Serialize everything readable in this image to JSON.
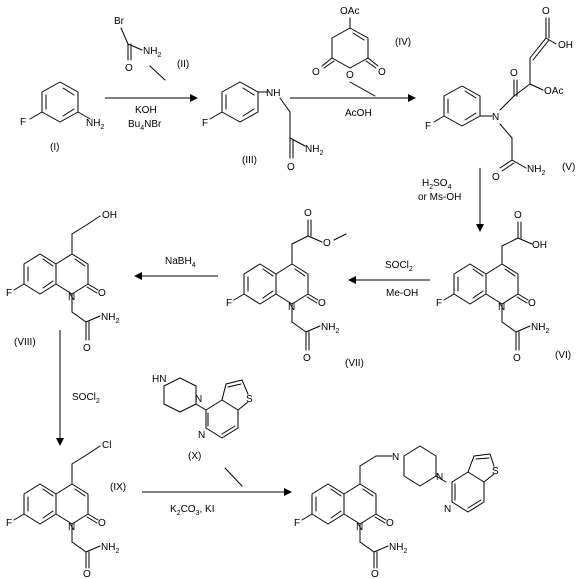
{
  "compounds": [
    {
      "id": "I",
      "label": "(I)",
      "atoms": [
        "F",
        "NH2"
      ]
    },
    {
      "id": "II",
      "label": "(II)",
      "atoms": [
        "Br",
        "NH2",
        "O"
      ]
    },
    {
      "id": "III",
      "label": "(III)",
      "atoms": [
        "F",
        "NH",
        "NH2",
        "O"
      ]
    },
    {
      "id": "IV",
      "label": "(IV)",
      "atoms": [
        "OAc",
        "O",
        "O",
        "O"
      ]
    },
    {
      "id": "V",
      "label": "(V)",
      "atoms": [
        "O",
        "OH",
        "OAc",
        "F",
        "N",
        "O",
        "NH2",
        "O"
      ]
    },
    {
      "id": "VI",
      "label": "(VI)",
      "atoms": [
        "O",
        "OH",
        "F",
        "N",
        "O",
        "NH2",
        "O"
      ]
    },
    {
      "id": "VII",
      "label": "(VII)",
      "atoms": [
        "O",
        "O",
        "F",
        "N",
        "O",
        "NH2",
        "O"
      ]
    },
    {
      "id": "VIII",
      "label": "(VIII)",
      "atoms": [
        "OH",
        "F",
        "N",
        "O",
        "NH2",
        "O"
      ]
    },
    {
      "id": "IX",
      "label": "(IX)",
      "atoms": [
        "Cl",
        "F",
        "N",
        "O",
        "NH2",
        "O"
      ]
    },
    {
      "id": "X",
      "label": "(X)",
      "atoms": [
        "HN",
        "N",
        "N",
        "S"
      ]
    },
    {
      "id": "product",
      "label": "",
      "atoms": [
        "N",
        "N",
        "S",
        "N",
        "F",
        "N",
        "O",
        "NH2",
        "O"
      ]
    }
  ],
  "conditions": {
    "step1": [
      "KOH",
      "Bu4NBr"
    ],
    "step2": [
      "AcOH"
    ],
    "step3": [
      "H2SO4",
      "or Ms-OH"
    ],
    "step4": [
      "SOCl2",
      "Me-OH"
    ],
    "step5": [
      "NaBH4"
    ],
    "step6": [
      "SOCl2"
    ],
    "step7": [
      "K2CO3,  KI"
    ]
  }
}
